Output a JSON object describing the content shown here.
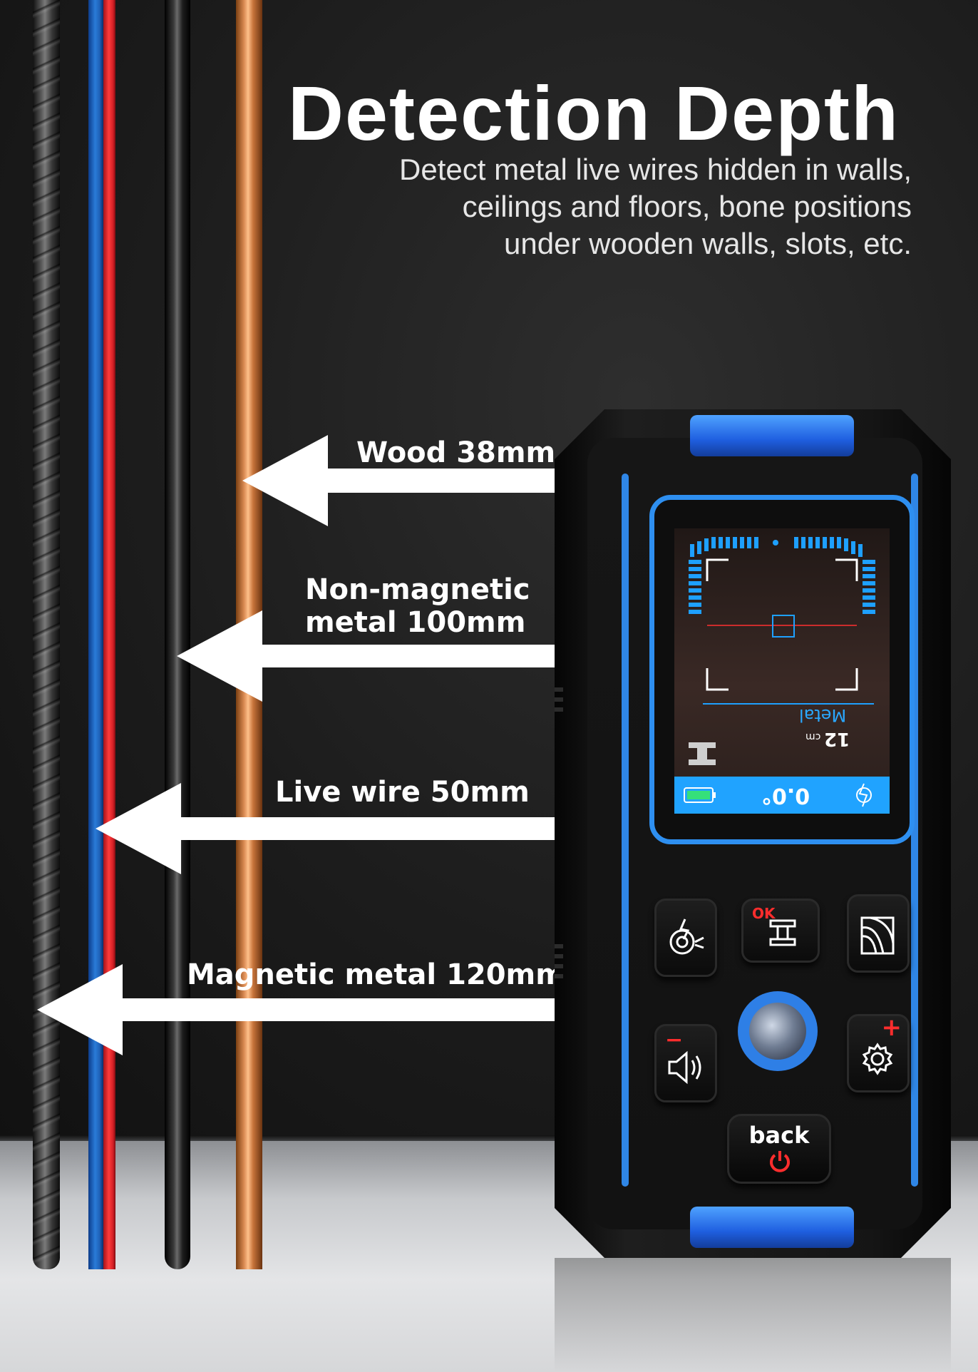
{
  "heading": {
    "title": "Detection Depth",
    "subtitle_lines": [
      "Detect metal live wires hidden in walls,",
      "ceilings and floors, bone positions",
      "under wooden walls, slots, etc."
    ]
  },
  "depth_labels": {
    "wood": {
      "lines": [
        "Wood 38mm"
      ]
    },
    "non_magnetic": {
      "lines": [
        "Non-magnetic",
        "metal 100mm"
      ]
    },
    "live_wire": {
      "lines": [
        "Live wire 50mm"
      ]
    },
    "magnetic": {
      "lines": [
        "Magnetic metal 120mm"
      ]
    }
  },
  "device": {
    "screen": {
      "reading": "0.0°",
      "mode": "Metal",
      "depth": "12",
      "depth_unit": "cm"
    },
    "buttons": {
      "ok": "OK",
      "minus": "−",
      "plus": "+",
      "back": "back"
    }
  },
  "colors": {
    "accent_blue": "#2f86e6",
    "screen_bar": "#20a3ff",
    "button_red": "#ff2d2d",
    "arrow": "#ffffff"
  },
  "icons": [
    "live-wire-mode-icon",
    "metal-mode-icon",
    "wood-mode-icon",
    "speaker-icon",
    "gear-icon",
    "power-icon",
    "battery-icon"
  ]
}
